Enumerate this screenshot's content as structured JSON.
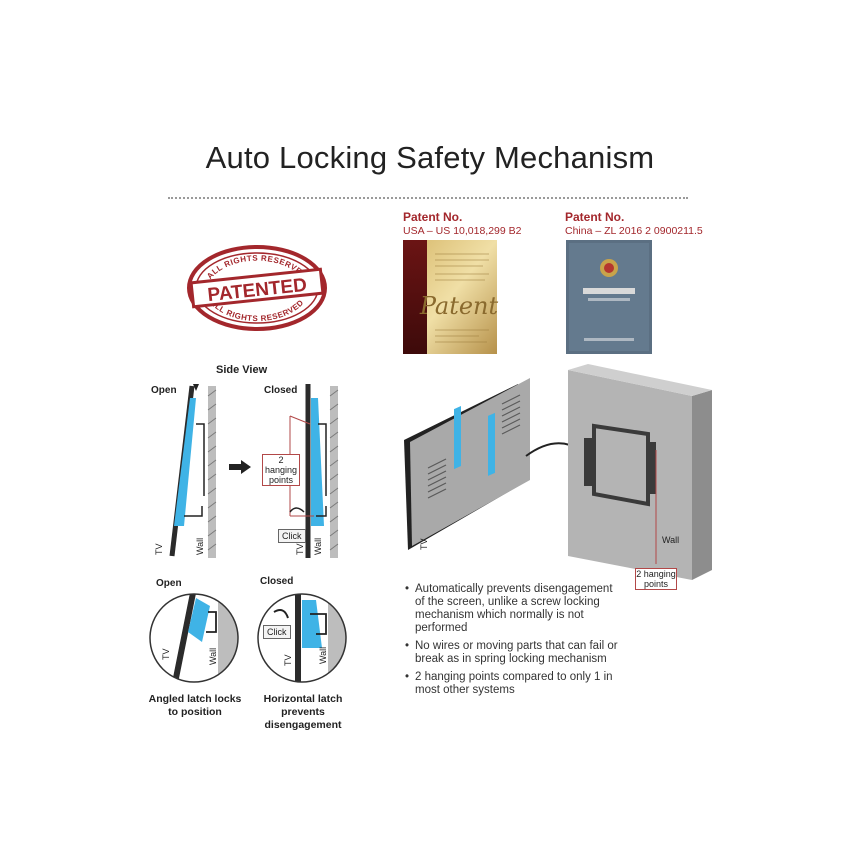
{
  "title": "Auto Locking Safety Mechanism",
  "stamp": {
    "main": "PATENTED",
    "top_arc": "ALL RIGHTS RESERVED",
    "bottom_arc": "ALL RIGHTS RESERVED"
  },
  "patents": [
    {
      "label": "Patent No.",
      "value": "USA – US 10,018,299 B2",
      "cover_word": "Patent"
    },
    {
      "label": "Patent No.",
      "value": "China – ZL 2016 2 0900211.5"
    }
  ],
  "side_view": {
    "heading": "Side View",
    "open_label": "Open",
    "closed_label": "Closed",
    "tv_label": "TV",
    "wall_label": "Wall",
    "hanging_points_label": "2 hanging points",
    "click_label": "Click"
  },
  "detail_view": {
    "open_label": "Open",
    "closed_label": "Closed",
    "tv_label": "TV",
    "wall_label": "Wall",
    "click_label": "Click",
    "open_caption_1": "Angled latch locks",
    "open_caption_2": "to position",
    "closed_caption_1": "Horizontal latch",
    "closed_caption_2": "prevents",
    "closed_caption_3": "disengagement"
  },
  "iso_view": {
    "tv_label": "TV",
    "wall_label": "Wall",
    "hanging_points_label": "2 hanging points"
  },
  "bullets": [
    "Automatically prevents disengagement of the screen, unlike a screw locking mechanism which normally is not performed",
    "No wires or moving parts that can fail or break as in spring locking mechanism",
    "2 hanging points compared to only 1 in most other systems"
  ],
  "colors": {
    "accent_red": "#a3272c",
    "bracket_blue": "#3fb3e6",
    "panel_gray": "#a9a9a9",
    "tv_dark": "#2b2b2b"
  }
}
